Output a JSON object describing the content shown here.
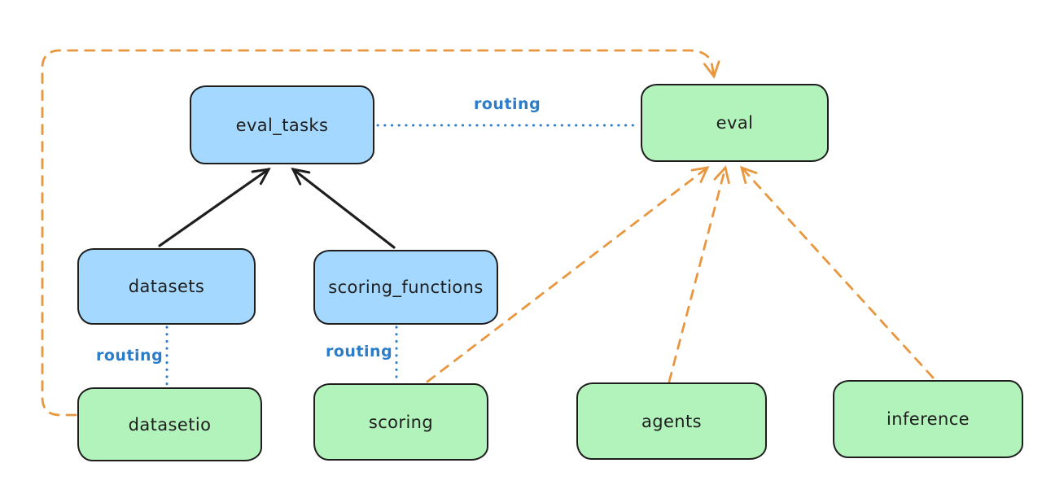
{
  "colors": {
    "background": "#ffffff",
    "stroke": "#1e1e1e",
    "blue-fill": "#a5d8ff",
    "green-fill": "#b2f2bb",
    "routing-blue": "#2b7cc9",
    "orange": "#e8973e"
  },
  "nodes": {
    "eval_tasks": {
      "label": "eval_tasks",
      "color": "blue"
    },
    "eval": {
      "label": "eval",
      "color": "green"
    },
    "datasets": {
      "label": "datasets",
      "color": "blue"
    },
    "scoring_functions": {
      "label": "scoring_functions",
      "color": "blue"
    },
    "datasetio": {
      "label": "datasetio",
      "color": "green"
    },
    "scoring": {
      "label": "scoring",
      "color": "green"
    },
    "agents": {
      "label": "agents",
      "color": "green"
    },
    "inference": {
      "label": "inference",
      "color": "green"
    }
  },
  "edge_labels": {
    "eval_tasks_eval": "routing",
    "datasets_datasetio": "routing",
    "scoring_functions_scoring": "routing"
  }
}
